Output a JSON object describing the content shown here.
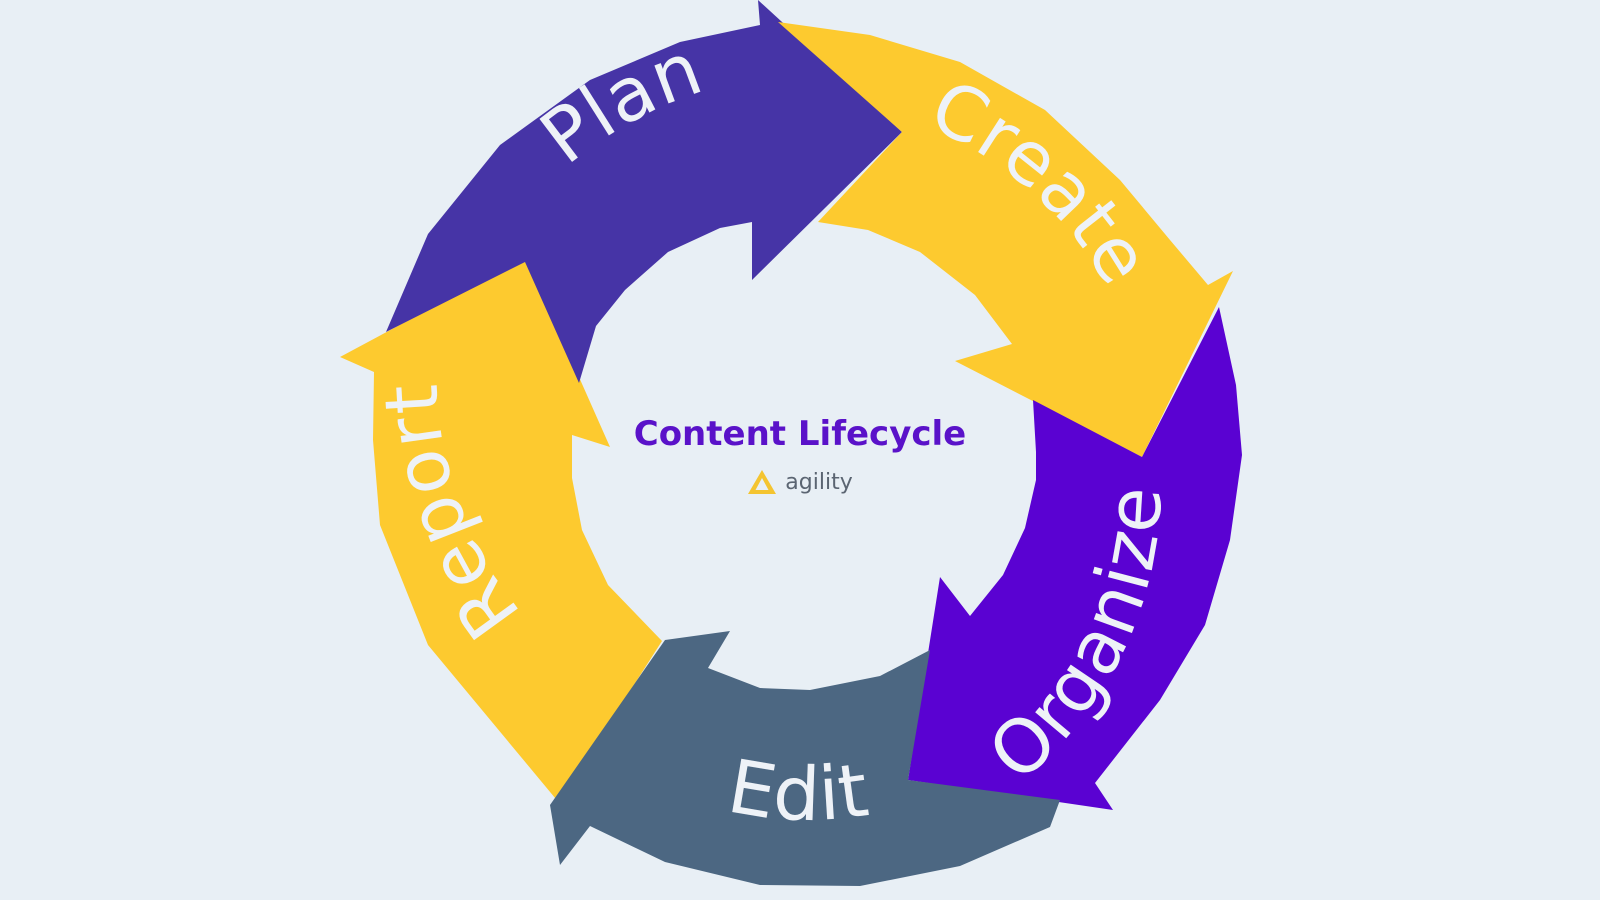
{
  "center": {
    "title": "Content Lifecycle",
    "brand_name": "agility",
    "brand_icon": "agility-logo-icon"
  },
  "stages": [
    {
      "key": "plan",
      "label": "Plan",
      "color": "#4634a6"
    },
    {
      "key": "create",
      "label": "Create",
      "color": "#fdca2f"
    },
    {
      "key": "organize",
      "label": "Organize",
      "color": "#5a02d2"
    },
    {
      "key": "edit",
      "label": "Edit",
      "color": "#4c6782"
    },
    {
      "key": "report",
      "label": "Report",
      "color": "#fdca2f"
    }
  ],
  "colors": {
    "background": "#e8eff5",
    "label_text": "#eef2f7",
    "title_text": "#5a12c9",
    "brand_accent": "#f4c430"
  }
}
